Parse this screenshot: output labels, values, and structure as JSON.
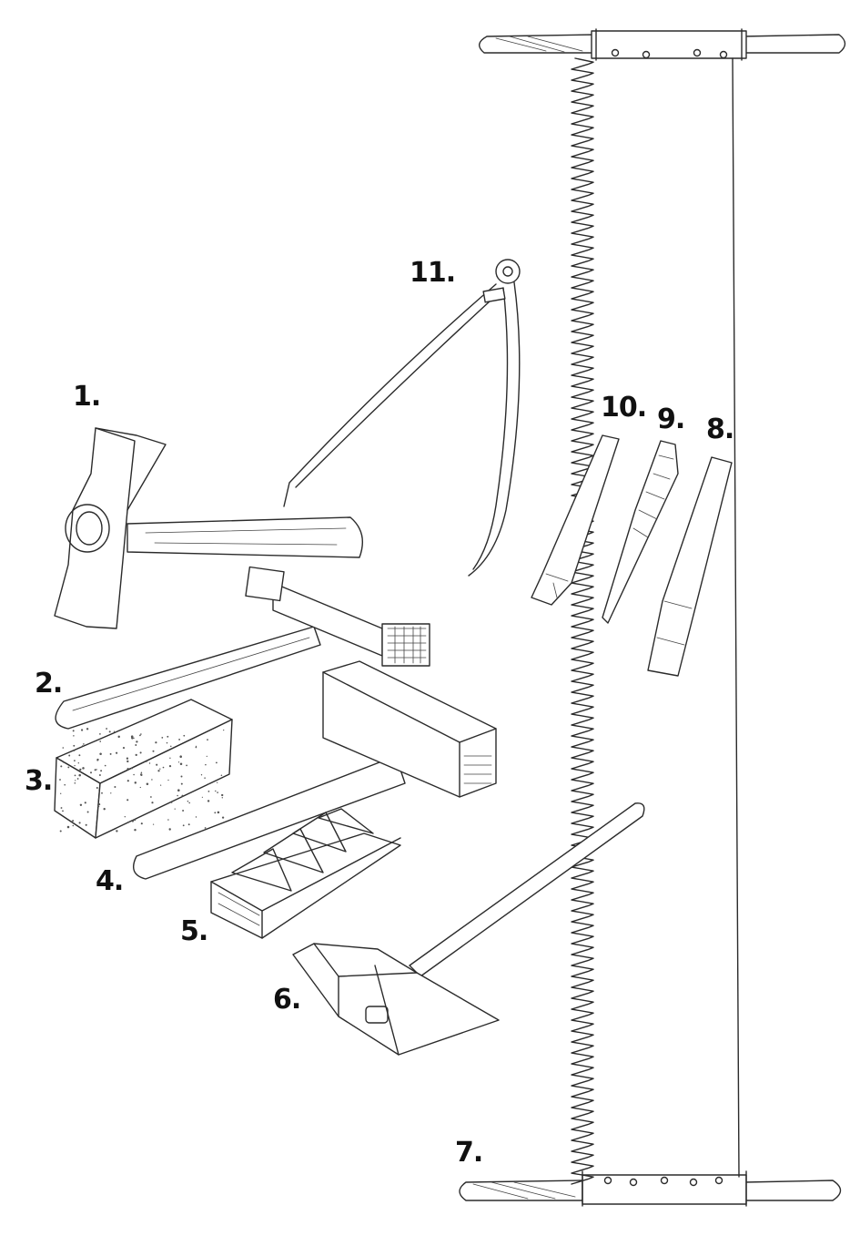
{
  "labels": {
    "l1": "1.",
    "l2": "2.",
    "l3": "3.",
    "l4": "4.",
    "l5": "5.",
    "l6": "6.",
    "l7": "7.",
    "l8": "8.",
    "l9": "9.",
    "l10": "10.",
    "l11": "11."
  },
  "colors": {
    "ink": "#2b2b2b",
    "paper": "#ffffff",
    "label": "#111111"
  }
}
